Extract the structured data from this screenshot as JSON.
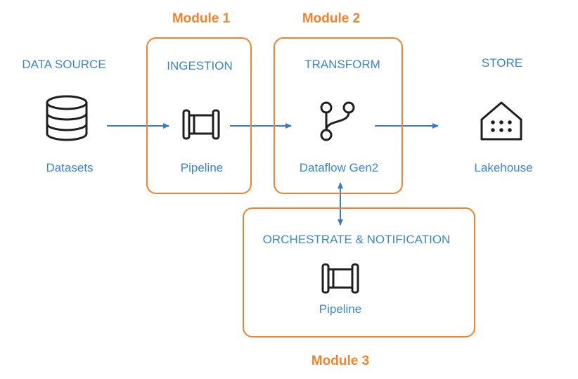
{
  "modules": [
    {
      "title": "Module 1",
      "header": "INGESTION",
      "item_label": "Pipeline",
      "icon": "pipeline-icon"
    },
    {
      "title": "Module 2",
      "header": "TRANSFORM",
      "item_label": "Dataflow Gen2",
      "icon": "dataflow-icon"
    },
    {
      "title": "Module 3",
      "header": "ORCHESTRATE & NOTIFICATION",
      "item_label": "Pipeline",
      "icon": "pipeline-icon"
    }
  ],
  "source": {
    "header": "DATA SOURCE",
    "item_label": "Datasets",
    "icon": "database-icon"
  },
  "store": {
    "header": "STORE",
    "item_label": "Lakehouse",
    "icon": "lakehouse-icon"
  },
  "colors": {
    "accent": "#f0832b",
    "text": "#3a86c8",
    "arrow": "#3a78c8",
    "icon": "#1f1f1f"
  }
}
